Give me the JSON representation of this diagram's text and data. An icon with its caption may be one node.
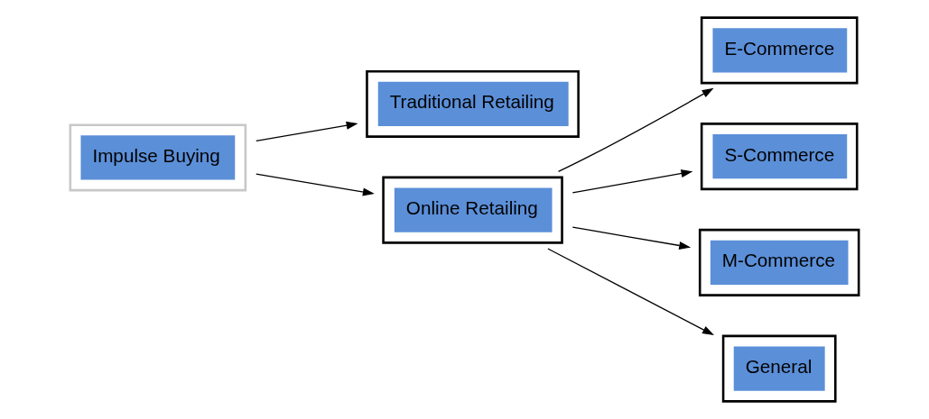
{
  "diagram": {
    "nodes": [
      {
        "text": [
          "Impulse Buying"
        ]
      },
      {
        "text": [
          "Traditional Retailing"
        ]
      },
      {
        "text": [
          "Online Retailing"
        ]
      },
      {
        "text": [
          "E-Commerce"
        ]
      },
      {
        "text": [
          "S-Commerce"
        ]
      },
      {
        "text": [
          "M-Commerce"
        ]
      },
      {
        "text": [
          "General"
        ]
      }
    ],
    "edges": [
      {
        "from": 0,
        "to": 1,
        "arrow": "to"
      },
      {
        "from": 0,
        "to": 2,
        "arrow": "to"
      },
      {
        "from": 2,
        "to": 3,
        "arrow": "to"
      },
      {
        "from": 2,
        "to": 4,
        "arrow": "to"
      },
      {
        "from": 2,
        "to": 5,
        "arrow": "to"
      },
      {
        "from": 2,
        "to": 6,
        "arrow": "to"
      }
    ]
  }
}
